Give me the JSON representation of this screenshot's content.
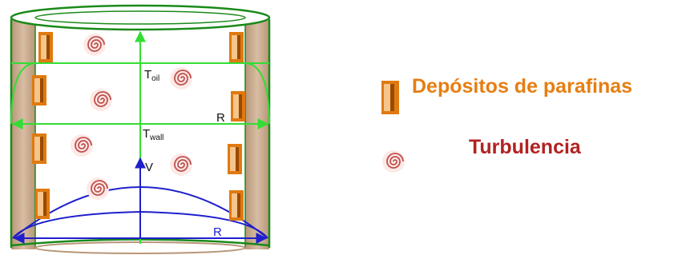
{
  "labels": {
    "t_oil_main": "T",
    "t_oil_sub": "oil",
    "t_wall_main": "T",
    "t_wall_sub": "wall",
    "radius_green": "R",
    "velocity": "V",
    "radius_blue": "R"
  },
  "legend": {
    "deposits": "Depósitos de parafinas",
    "turbulence": "Turbulencia"
  },
  "colors": {
    "pipe_wall": "#c9a98e",
    "pipe_outline": "#1a8a1a",
    "temperature_lines": "#33dd33",
    "velocity_lines": "#1f1fcc",
    "deposit": "#e07a10",
    "deposit_light": "#f5c58c",
    "deposit_dark": "#9a4a00",
    "swirl": "#c0504d",
    "legend_deposit_text": "#e67e12",
    "legend_turbulence_text": "#b22222"
  },
  "icons": {
    "deposit": "paraffin-deposit-icon",
    "turbulence": "swirl-icon"
  }
}
